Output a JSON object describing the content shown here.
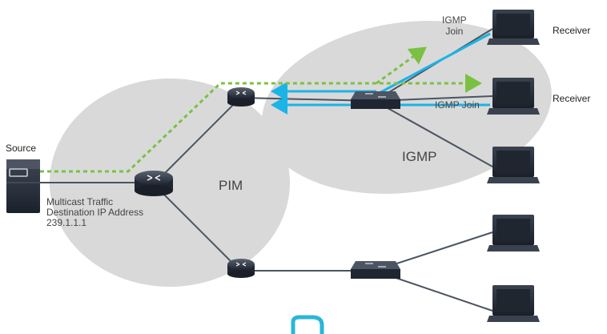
{
  "labels": {
    "source": "Source",
    "receiver_top": "Receiver",
    "receiver_mid": "Receiver",
    "igmp_join_top": "IGMP\nJoin",
    "igmp_join_mid": "IGMP Join",
    "igmp_region": "IGMP",
    "pim_region": "PIM",
    "multicast_line1": "Multicast Traffic",
    "multicast_line2": "Destination IP Address",
    "multicast_line3": "239.1.1.1"
  },
  "devices": [
    {
      "name": "source-server-icon",
      "type": "server"
    },
    {
      "name": "edge-router-icon",
      "type": "router"
    },
    {
      "name": "top-router-icon",
      "type": "router"
    },
    {
      "name": "bottom-router-icon",
      "type": "router"
    },
    {
      "name": "top-switch-icon",
      "type": "switch"
    },
    {
      "name": "bottom-switch-icon",
      "type": "switch"
    },
    {
      "name": "receiver-laptop-1-icon",
      "type": "laptop"
    },
    {
      "name": "receiver-laptop-2-icon",
      "type": "laptop"
    },
    {
      "name": "laptop-3-icon",
      "type": "laptop"
    },
    {
      "name": "laptop-4-icon",
      "type": "laptop"
    },
    {
      "name": "laptop-5-icon",
      "type": "laptop"
    }
  ],
  "colors": {
    "region_fill": "#d9d9d9",
    "link": "#4a5462",
    "multicast_flow": "#7ac143",
    "igmp_join": "#1ab4e6",
    "device_dark": "#2b3442",
    "accent_partial": "#29b6d8"
  }
}
